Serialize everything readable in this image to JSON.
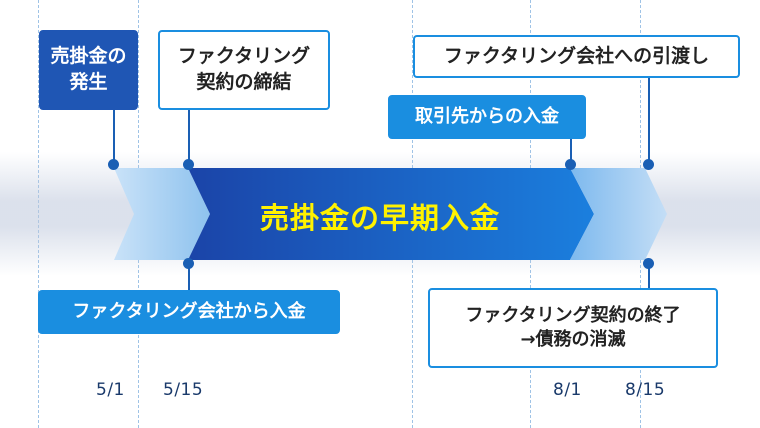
{
  "main_label": "売掛金の早期入金",
  "events_top": [
    {
      "label": "売掛金の\n発生"
    },
    {
      "label": "ファクタリング\n契約の締結"
    },
    {
      "label": "取引先からの入金"
    },
    {
      "label": "ファクタリング会社への引渡し"
    }
  ],
  "events_bottom": [
    {
      "label": "ファクタリング会社から入金"
    },
    {
      "label": "ファクタリング契約の終了\n→債務の消滅"
    }
  ],
  "dates": [
    "5/1",
    "5/15",
    "8/1",
    "8/15"
  ],
  "colors": {
    "dark_blue": "#1f56b4",
    "bright_blue": "#1a8ee0",
    "light_blue": "#9ccbf2",
    "highlight_text": "#fff200"
  }
}
